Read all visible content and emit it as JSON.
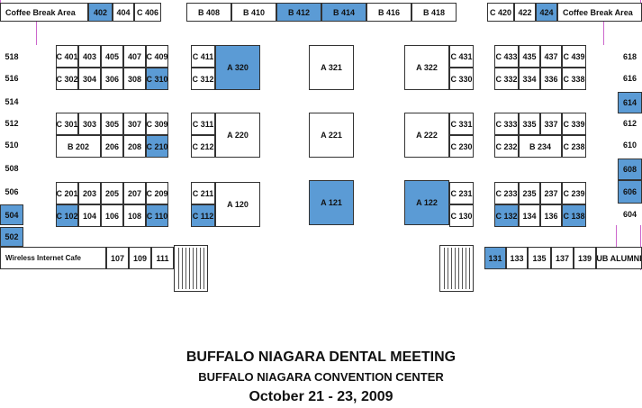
{
  "highlight_color": "#5b9bd5",
  "wall_color": "#cc66cc",
  "title": {
    "line1": "BUFFALO NIAGARA DENTAL MEETING",
    "line2": "BUFFALO NIAGARA CONVENTION CENTER",
    "line3": "October 21 - 23, 2009"
  },
  "booths": [
    {
      "id": "cba-left",
      "label": "Coffee Break Area",
      "highlighted": false
    },
    {
      "id": "b402",
      "label": "402",
      "highlighted": true
    },
    {
      "id": "b404",
      "label": "404",
      "highlighted": false
    },
    {
      "id": "b406",
      "label": "C 406",
      "highlighted": false
    },
    {
      "id": "b408",
      "label": "B 408",
      "highlighted": false
    },
    {
      "id": "b410",
      "label": "B 410",
      "highlighted": false
    },
    {
      "id": "b412",
      "label": "B 412",
      "highlighted": true
    },
    {
      "id": "b414",
      "label": "B 414",
      "highlighted": true
    },
    {
      "id": "b416",
      "label": "B 416",
      "highlighted": false
    },
    {
      "id": "b418",
      "label": "B 418",
      "highlighted": false
    },
    {
      "id": "b420",
      "label": "C 420",
      "highlighted": false
    },
    {
      "id": "b422",
      "label": "422",
      "highlighted": false
    },
    {
      "id": "b424",
      "label": "424",
      "highlighted": true
    },
    {
      "id": "cba-right",
      "label": "Coffee Break Area",
      "highlighted": false
    },
    {
      "id": "b518",
      "label": "518",
      "highlighted": false
    },
    {
      "id": "b516",
      "label": "516",
      "highlighted": false
    },
    {
      "id": "b514",
      "label": "514",
      "highlighted": false
    },
    {
      "id": "b512",
      "label": "512",
      "highlighted": false
    },
    {
      "id": "b510",
      "label": "510",
      "highlighted": false
    },
    {
      "id": "b508",
      "label": "508",
      "highlighted": false
    },
    {
      "id": "b506",
      "label": "506",
      "highlighted": false
    },
    {
      "id": "b504",
      "label": "504",
      "highlighted": true
    },
    {
      "id": "b502",
      "label": "502",
      "highlighted": true
    },
    {
      "id": "b618",
      "label": "618",
      "highlighted": false
    },
    {
      "id": "b616",
      "label": "616",
      "highlighted": false
    },
    {
      "id": "b614",
      "label": "614",
      "highlighted": true
    },
    {
      "id": "b612",
      "label": "612",
      "highlighted": false
    },
    {
      "id": "b610",
      "label": "610",
      "highlighted": false
    },
    {
      "id": "b608",
      "label": "608",
      "highlighted": true
    },
    {
      "id": "b606",
      "label": "606",
      "highlighted": true
    },
    {
      "id": "b604",
      "label": "604",
      "highlighted": false
    },
    {
      "id": "b401",
      "label": "C 401",
      "highlighted": false
    },
    {
      "id": "b403",
      "label": "403",
      "highlighted": false
    },
    {
      "id": "b405",
      "label": "405",
      "highlighted": false
    },
    {
      "id": "b407",
      "label": "407",
      "highlighted": false
    },
    {
      "id": "b409",
      "label": "C 409",
      "highlighted": false
    },
    {
      "id": "b302",
      "label": "C 302",
      "highlighted": false
    },
    {
      "id": "b304",
      "label": "304",
      "highlighted": false
    },
    {
      "id": "b306",
      "label": "306",
      "highlighted": false
    },
    {
      "id": "b308",
      "label": "308",
      "highlighted": false
    },
    {
      "id": "b310",
      "label": "C 310",
      "highlighted": true
    },
    {
      "id": "b301",
      "label": "C 301",
      "highlighted": false
    },
    {
      "id": "b303",
      "label": "303",
      "highlighted": false
    },
    {
      "id": "b305",
      "label": "305",
      "highlighted": false
    },
    {
      "id": "b307",
      "label": "307",
      "highlighted": false
    },
    {
      "id": "b309",
      "label": "C 309",
      "highlighted": false
    },
    {
      "id": "b202",
      "label": "B 202",
      "highlighted": false
    },
    {
      "id": "b206",
      "label": "206",
      "highlighted": false
    },
    {
      "id": "b208",
      "label": "208",
      "highlighted": false
    },
    {
      "id": "b210",
      "label": "C 210",
      "highlighted": true
    },
    {
      "id": "b201",
      "label": "C 201",
      "highlighted": false
    },
    {
      "id": "b203",
      "label": "203",
      "highlighted": false
    },
    {
      "id": "b205",
      "label": "205",
      "highlighted": false
    },
    {
      "id": "b207",
      "label": "207",
      "highlighted": false
    },
    {
      "id": "b209",
      "label": "C 209",
      "highlighted": false
    },
    {
      "id": "b102",
      "label": "C 102",
      "highlighted": true
    },
    {
      "id": "b104",
      "label": "104",
      "highlighted": false
    },
    {
      "id": "b106",
      "label": "106",
      "highlighted": false
    },
    {
      "id": "b108",
      "label": "108",
      "highlighted": false
    },
    {
      "id": "b110",
      "label": "C 110",
      "highlighted": true
    },
    {
      "id": "b411",
      "label": "C 411",
      "highlighted": false
    },
    {
      "id": "b312",
      "label": "C 312",
      "highlighted": false
    },
    {
      "id": "a320",
      "label": "A 320",
      "highlighted": true
    },
    {
      "id": "b311",
      "label": "C 311",
      "highlighted": false
    },
    {
      "id": "b212",
      "label": "C 212",
      "highlighted": false
    },
    {
      "id": "a220",
      "label": "A 220",
      "highlighted": false
    },
    {
      "id": "b211",
      "label": "C 211",
      "highlighted": false
    },
    {
      "id": "b112",
      "label": "C 112",
      "highlighted": true
    },
    {
      "id": "a120",
      "label": "A 120",
      "highlighted": false
    },
    {
      "id": "a321",
      "label": "A 321",
      "highlighted": false
    },
    {
      "id": "a221",
      "label": "A 221",
      "highlighted": false
    },
    {
      "id": "a121",
      "label": "A 121",
      "highlighted": true
    },
    {
      "id": "a322",
      "label": "A 322",
      "highlighted": false
    },
    {
      "id": "b431",
      "label": "C 431",
      "highlighted": false
    },
    {
      "id": "b330",
      "label": "C 330",
      "highlighted": false
    },
    {
      "id": "a222",
      "label": "A 222",
      "highlighted": false
    },
    {
      "id": "b331",
      "label": "C 331",
      "highlighted": false
    },
    {
      "id": "b230",
      "label": "C 230",
      "highlighted": false
    },
    {
      "id": "a122",
      "label": "A 122",
      "highlighted": true
    },
    {
      "id": "b231",
      "label": "C 231",
      "highlighted": false
    },
    {
      "id": "b130",
      "label": "C 130",
      "highlighted": false
    },
    {
      "id": "b433",
      "label": "C 433",
      "highlighted": false
    },
    {
      "id": "b435",
      "label": "435",
      "highlighted": false
    },
    {
      "id": "b437",
      "label": "437",
      "highlighted": false
    },
    {
      "id": "b439",
      "label": "C 439",
      "highlighted": false
    },
    {
      "id": "b332",
      "label": "C 332",
      "highlighted": false
    },
    {
      "id": "b334",
      "label": "334",
      "highlighted": false
    },
    {
      "id": "b336",
      "label": "336",
      "highlighted": false
    },
    {
      "id": "b338",
      "label": "C 338",
      "highlighted": false
    },
    {
      "id": "b333",
      "label": "C 333",
      "highlighted": false
    },
    {
      "id": "b335",
      "label": "335",
      "highlighted": false
    },
    {
      "id": "b337",
      "label": "337",
      "highlighted": false
    },
    {
      "id": "b339",
      "label": "C 339",
      "highlighted": false
    },
    {
      "id": "b232",
      "label": "C 232",
      "highlighted": false
    },
    {
      "id": "b234",
      "label": "B 234",
      "highlighted": false
    },
    {
      "id": "b238",
      "label": "C 238",
      "highlighted": false
    },
    {
      "id": "b233",
      "label": "C 233",
      "highlighted": false
    },
    {
      "id": "b235",
      "label": "235",
      "highlighted": false
    },
    {
      "id": "b237",
      "label": "237",
      "highlighted": false
    },
    {
      "id": "b239",
      "label": "C 239",
      "highlighted": false
    },
    {
      "id": "b132",
      "label": "C 132",
      "highlighted": true
    },
    {
      "id": "b134",
      "label": "134",
      "highlighted": false
    },
    {
      "id": "b136",
      "label": "136",
      "highlighted": false
    },
    {
      "id": "b138",
      "label": "C 138",
      "highlighted": true
    },
    {
      "id": "wifi",
      "label": "Wireless Internet Cafe",
      "highlighted": false
    },
    {
      "id": "b107",
      "label": "107",
      "highlighted": false
    },
    {
      "id": "b109",
      "label": "109",
      "highlighted": false
    },
    {
      "id": "b111",
      "label": "111",
      "highlighted": false
    },
    {
      "id": "b131",
      "label": "131",
      "highlighted": true
    },
    {
      "id": "b133",
      "label": "133",
      "highlighted": false
    },
    {
      "id": "b135",
      "label": "135",
      "highlighted": false
    },
    {
      "id": "b137",
      "label": "137",
      "highlighted": false
    },
    {
      "id": "b139",
      "label": "139",
      "highlighted": false
    },
    {
      "id": "ub",
      "label": "UB ALUMNI",
      "highlighted": false
    }
  ]
}
